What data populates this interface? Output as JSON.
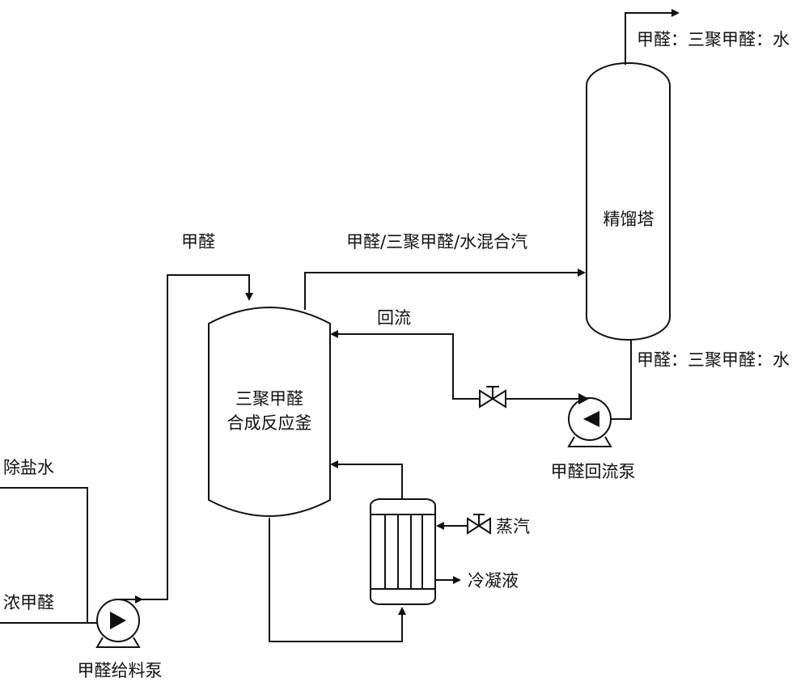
{
  "equipment": {
    "reactor": {
      "line1": "三聚甲醛",
      "line2": "合成反应釜"
    },
    "column": {
      "label": "精馏塔"
    },
    "feed_pump": {
      "label": "甲醛给料泵"
    },
    "reflux_pump": {
      "label": "甲醛回流泵"
    }
  },
  "streams": {
    "desalted_water": "除盐水",
    "conc_formaldehyde": "浓甲醛",
    "formaldehyde": "甲醛",
    "mixed_vapor": "甲醛/三聚甲醛/水混合汽",
    "reflux": "回流",
    "top_product": "甲醛：三聚甲醛：水",
    "bottom_product": "甲醛：三聚甲醛：水",
    "steam": "蒸汽",
    "condensate": "冷凝液"
  }
}
